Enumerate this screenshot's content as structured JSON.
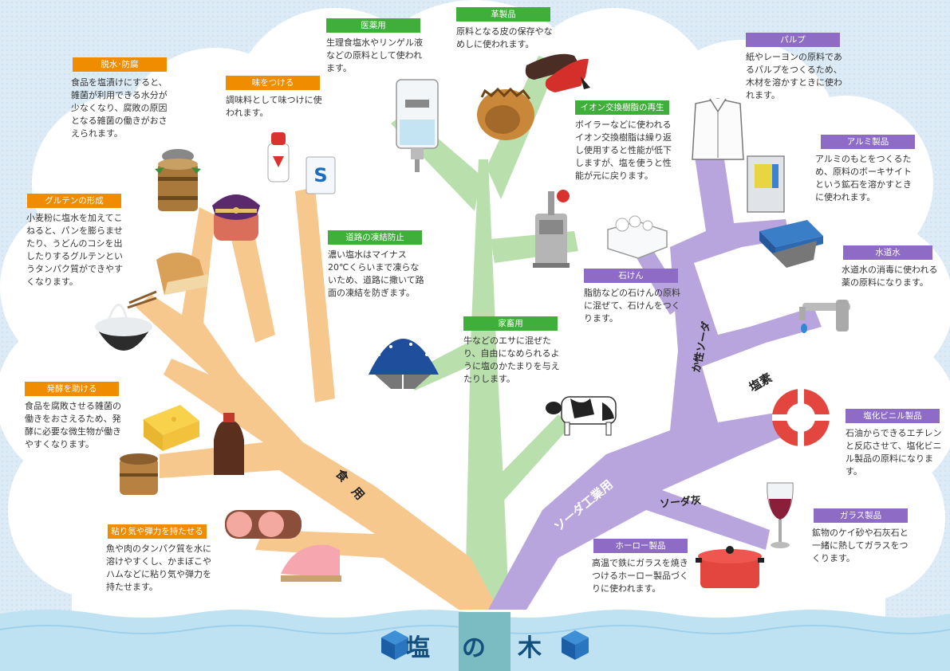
{
  "title": {
    "chars": [
      "塩",
      "の",
      "木"
    ]
  },
  "colors": {
    "food": "#f7c88e",
    "livestock": "#b9dfac",
    "industry": "#b9a5dd",
    "sea": "#bfe2f3",
    "trunk_base": "#7bbcc2"
  },
  "branches": {
    "food": "食　用",
    "soda_industry": "ソーダ工業用",
    "caustic_soda": "か性ソーダ",
    "chlorine": "塩素",
    "soda_ash": "ソーダ灰"
  },
  "uses": [
    {
      "id": "dehydration",
      "label": "脱水･防腐",
      "desc": "食品を塩漬けにすると、雑菌が利用できる水分が少なくなり、腐敗の原因となる雑菌の働きがおさえられます。"
    },
    {
      "id": "seasoning",
      "label": "味をつける",
      "desc": "調味料として味つけに使われます。"
    },
    {
      "id": "medical",
      "label": "医薬用",
      "desc": "生理食塩水やリンゲル液などの原料として使われます。"
    },
    {
      "id": "leather",
      "label": "革製品",
      "desc": "原料となる皮の保存やなめしに使われます。"
    },
    {
      "id": "pulp",
      "label": "パルプ",
      "desc": "紙やレーヨンの原料であるパルプをつくるため、木材を溶かすときに使われます。"
    },
    {
      "id": "ion_exchange",
      "label": "イオン交換樹脂の再生",
      "desc": "ボイラーなどに使われるイオン交換樹脂は繰り返し使用すると性能が低下しますが、塩を使うと性能が元に戻ります。"
    },
    {
      "id": "aluminum",
      "label": "アルミ製品",
      "desc": "アルミのもとをつくるため、原料のボーキサイトという鉱石を溶かすときに使われます。"
    },
    {
      "id": "gluten",
      "label": "グルテンの形成",
      "desc": "小麦粉に塩水を加えてこねると、パンを膨らませたり、うどんのコシを出したりするグルテンというタンパク質ができやすくなります。"
    },
    {
      "id": "road",
      "label": "道路の凍結防止",
      "desc": "濃い塩水はマイナス20℃くらいまで凍らないため、道路に撒いて路面の凍結を防ぎます。"
    },
    {
      "id": "soap",
      "label": "石けん",
      "desc": "脂肪などの石けんの原料に混ぜて、石けんをつくります。"
    },
    {
      "id": "tap_water",
      "label": "水道水",
      "desc": "水道水の消毒に使われる薬の原料になります。"
    },
    {
      "id": "livestock",
      "label": "家畜用",
      "desc": "牛などのエサに混ぜたり、自由になめられるように塩のかたまりを与えたりします。"
    },
    {
      "id": "fermentation",
      "label": "発酵を助ける",
      "desc": "食品を腐敗させる雑菌の働きをおさえるため、発酵に必要な微生物が働きやすくなります。"
    },
    {
      "id": "pvc",
      "label": "塩化ビニル製品",
      "desc": "石油からできるエチレンと反応させて、塩化ビニル製品の原料になります。"
    },
    {
      "id": "glass",
      "label": "ガラス製品",
      "desc": "鉱物のケイ砂や石灰石と一緒に熱してガラスをつくります。"
    },
    {
      "id": "viscosity",
      "label": "粘り気や弾力を持たせる",
      "desc": "魚や肉のタンパク質を水に溶けやすくし、かまぼこやハムなどに粘り気や弾力を持たせます。"
    },
    {
      "id": "enamel",
      "label": "ホーロー製品",
      "desc": "高温で鉄にガラスを焼きつけるホーロー製品づくりに使われます。"
    }
  ]
}
